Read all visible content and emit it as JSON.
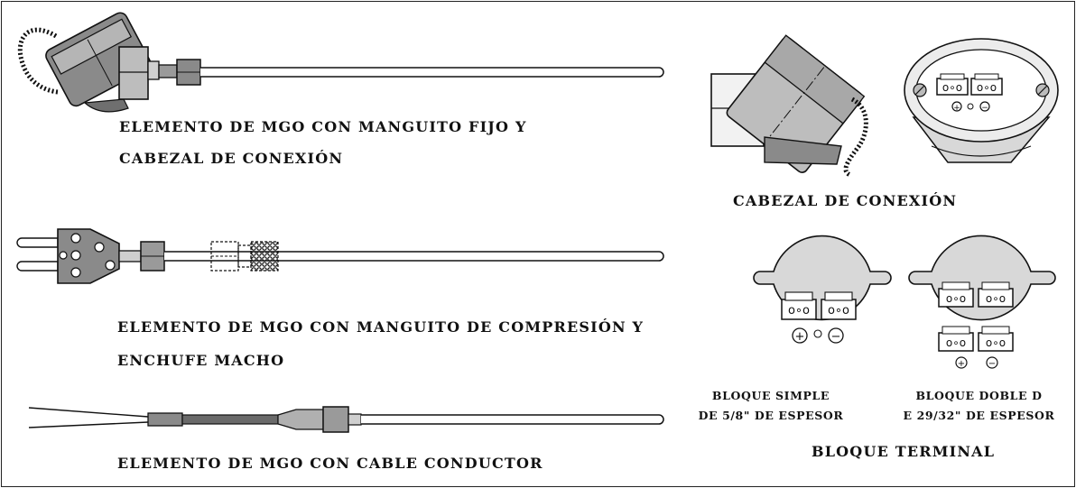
{
  "labels": {
    "fixed_sleeve_line1": "ELEMENTO DE MGO CON MANGUITO FIJO Y",
    "fixed_sleeve_line2": "CABEZAL DE CONEXIÓN",
    "connection_head": "CABEZAL DE CONEXIÓN",
    "compression_line1": "ELEMENTO DE MGO CON MANGUITO DE COMPRESIÓN Y",
    "compression_line2": "ENCHUFE MACHO",
    "lead_wire": "ELEMENTO DE MGO CON CABLE CONDUCTOR",
    "simple_block_line1": "BLOQUE SIMPLE",
    "simple_block_line2": "DE 5/8\" DE ESPESOR",
    "double_block_line1": "BLOQUE DOBLE D",
    "double_block_line2": "E 29/32\" DE ESPESOR",
    "terminal_block": "BLOQUE TERMINAL"
  },
  "colors": {
    "dark_gray": "#6f6f6f",
    "mid_gray": "#9a9a9a",
    "light_gray": "#cfcfcf",
    "line": "#111111"
  },
  "icons": [
    "plus-icon",
    "minus-icon"
  ]
}
